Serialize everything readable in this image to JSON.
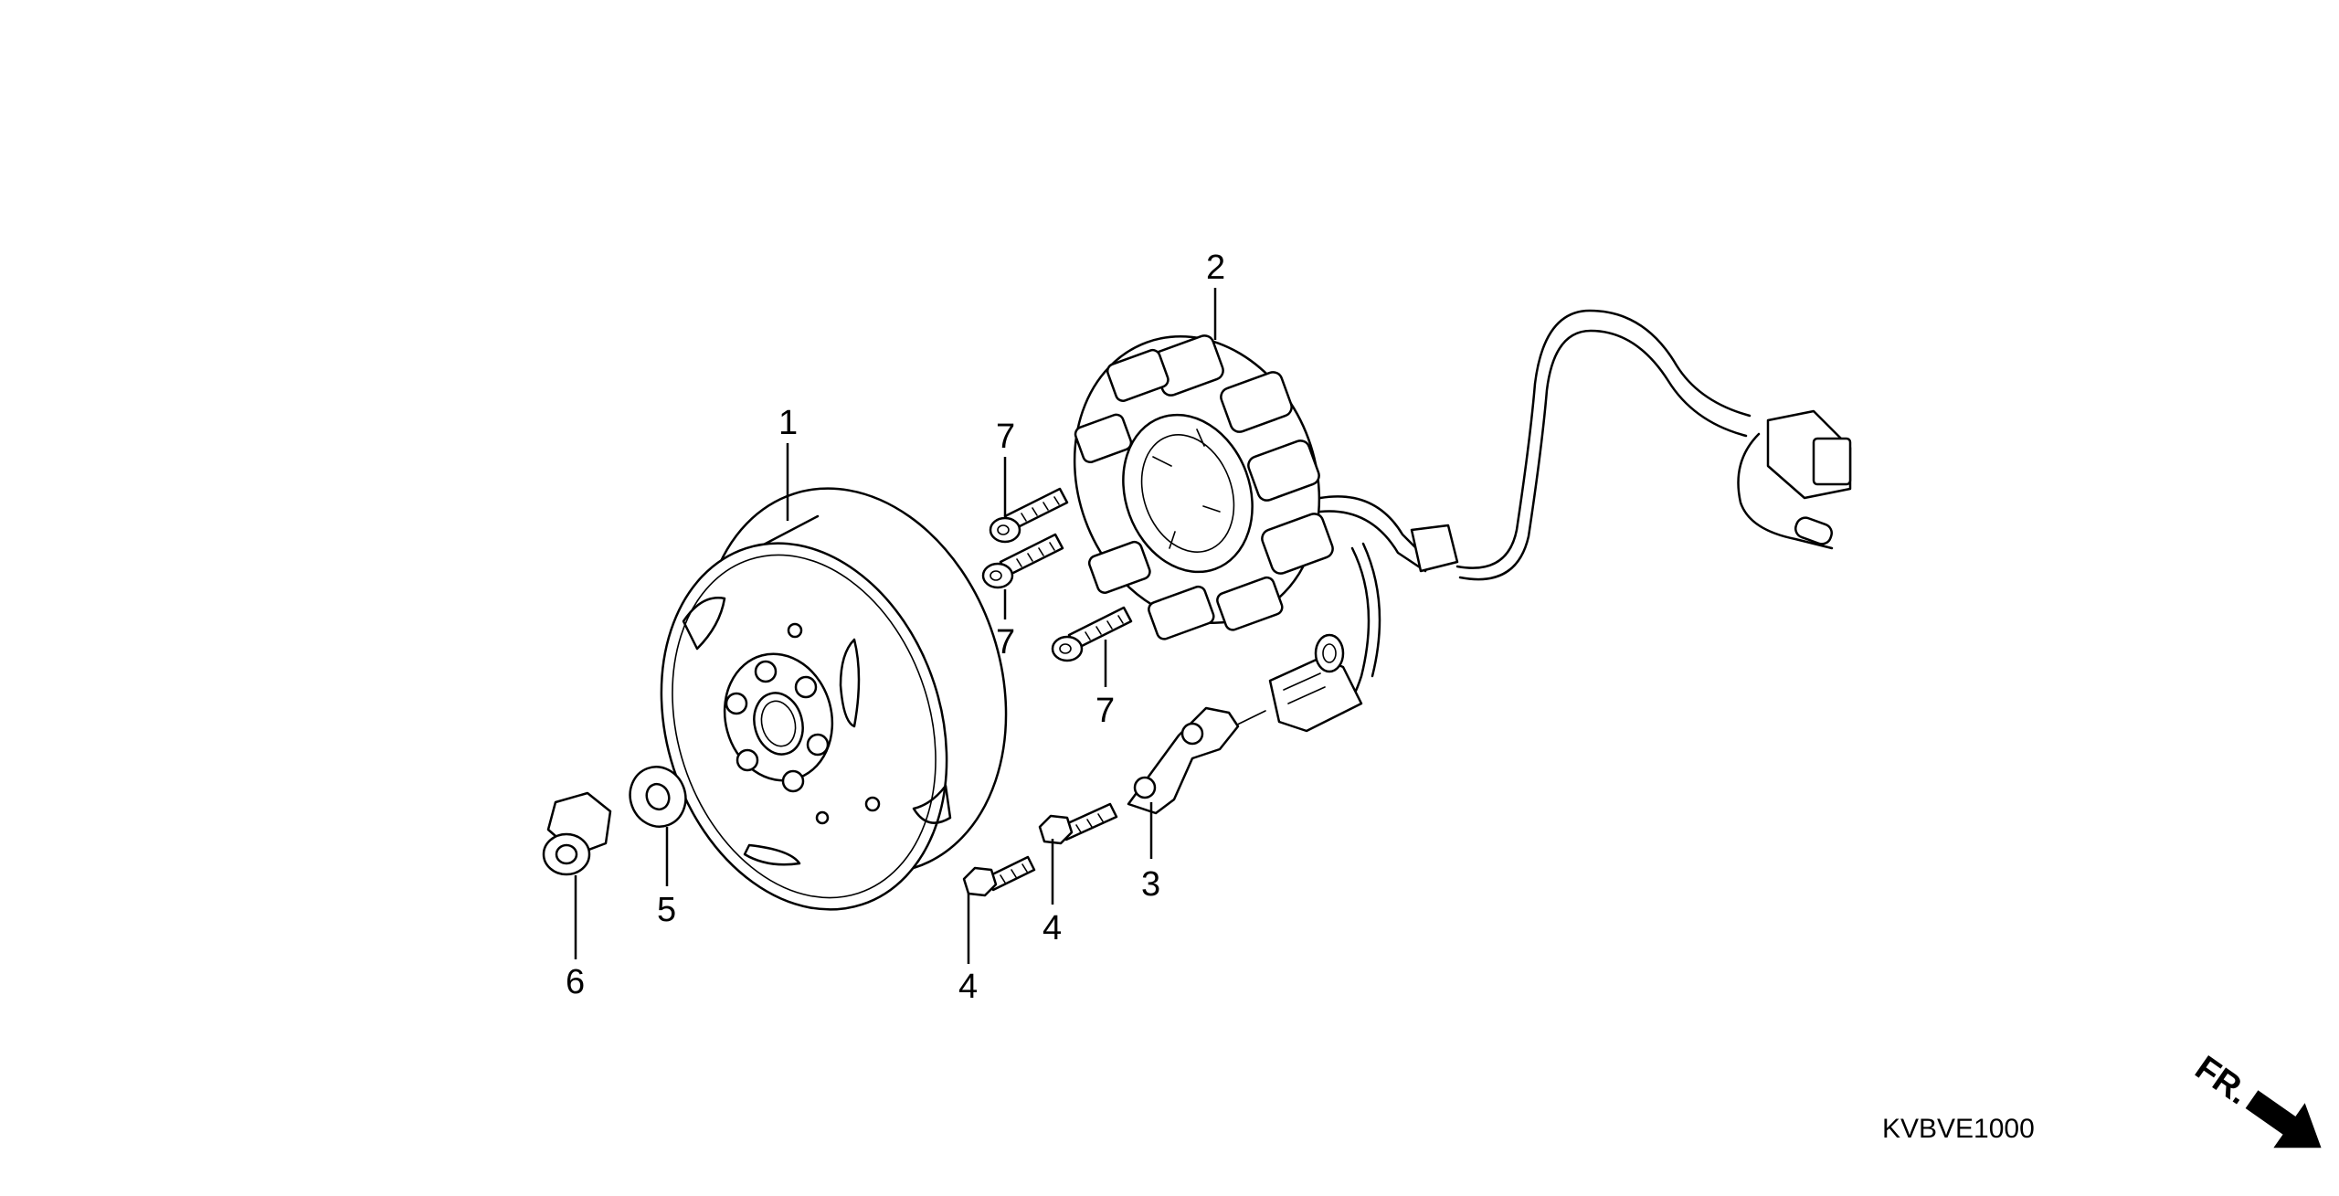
{
  "diagram": {
    "callouts": [
      {
        "id": "1",
        "text": "1"
      },
      {
        "id": "2",
        "text": "2"
      },
      {
        "id": "3",
        "text": "3"
      },
      {
        "id": "4a",
        "text": "4"
      },
      {
        "id": "4b",
        "text": "4"
      },
      {
        "id": "5",
        "text": "5"
      },
      {
        "id": "6",
        "text": "6"
      },
      {
        "id": "7a",
        "text": "7"
      },
      {
        "id": "7b",
        "text": "7"
      },
      {
        "id": "7c",
        "text": "7"
      }
    ],
    "drawing_code": "KVBVE1000",
    "direction_label": "FR."
  }
}
